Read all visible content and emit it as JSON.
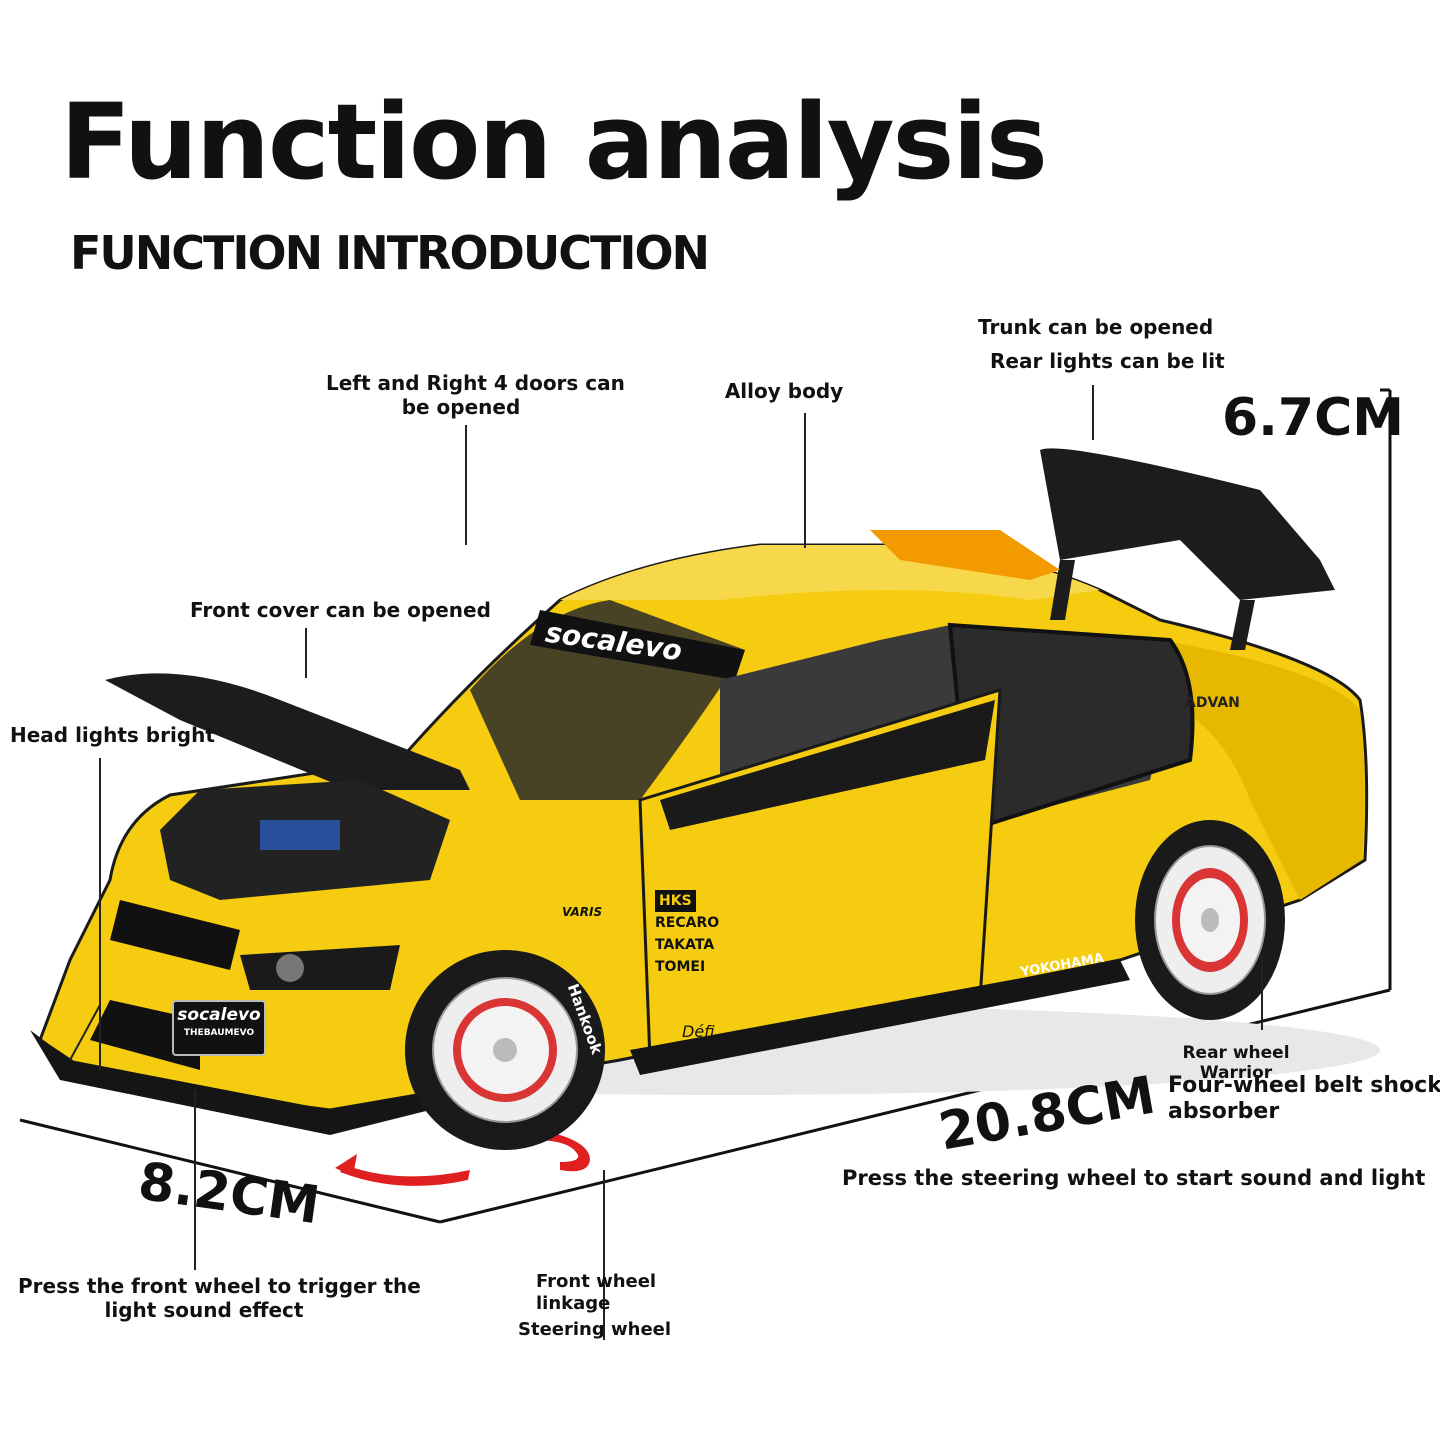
{
  "title": "Function analysis",
  "subtitle": "FUNCTION INTRODUCTION",
  "callouts": {
    "trunk": "Trunk can be opened",
    "rear_lights": "Rear lights can be lit",
    "doors_line1": "Left and Right 4 doors can",
    "doors_line2": "be opened",
    "alloy": "Alloy body",
    "front_cover": "Front cover can be opened",
    "head_lights": "Head lights bright",
    "rear_wheel_line1": "Rear wheel",
    "rear_wheel_line2": "Warrior",
    "shock_line1": "Four-wheel belt shock",
    "shock_line2": "absorber",
    "steering_sound": "Press the steering wheel to start sound and light",
    "front_wheel_trigger_line1": "Press the front wheel to trigger the",
    "front_wheel_trigger_line2": "light sound effect",
    "front_wheel_linkage_line1": "Front wheel",
    "front_wheel_linkage_line2": "linkage",
    "steering_wheel": "Steering wheel"
  },
  "dimensions": {
    "height": "6.7CM",
    "length": "20.8CM",
    "width": "8.2CM"
  },
  "car_decals": {
    "windshield": "socalevo",
    "plate_line1": "socalevo",
    "plate_line2": "THEBAUMEVO",
    "sponsor1": "HKS",
    "sponsor2": "RECARO",
    "sponsor3": "TAKATA",
    "sponsor4": "TOMEI",
    "varis": "VARIS",
    "defi": "Défi",
    "tire": "Hankook",
    "side": "YOKOHAMA",
    "quarter": "ADVAN"
  },
  "colors": {
    "body": "#f5cc0f",
    "body_shade": "#d9a800",
    "carbon": "#1c1c1c",
    "wheel": "#eeeeee",
    "caliper": "#d62020",
    "arrow": "#e02020"
  }
}
